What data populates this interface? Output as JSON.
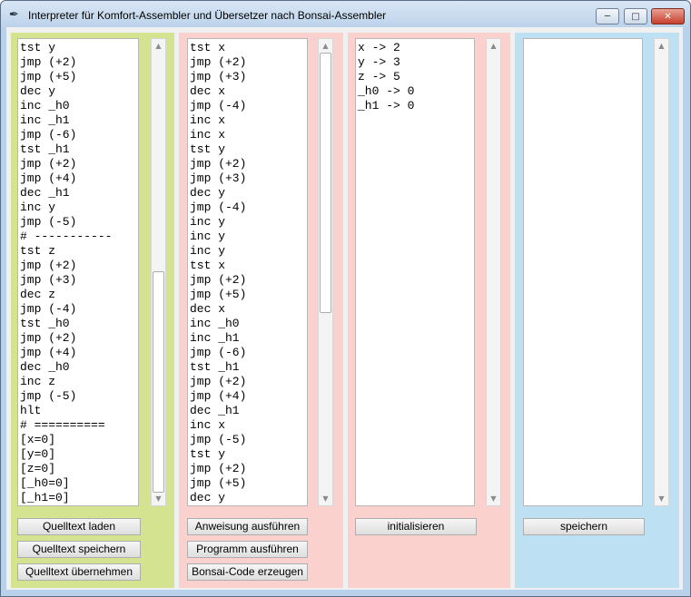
{
  "window": {
    "title": "Interpreter für Komfort-Assembler und Übersetzer nach Bonsai-Assembler",
    "icon": "feather-icon",
    "controls": [
      "minimize",
      "maximize",
      "close"
    ]
  },
  "source_panel": {
    "lines": [
      "tst y",
      "jmp (+2)",
      "jmp (+5)",
      "dec y",
      "inc _h0",
      "inc _h1",
      "jmp (-6)",
      "tst _h1",
      "jmp (+2)",
      "jmp (+4)",
      "dec _h1",
      "inc y",
      "jmp (-5)",
      "# -----------",
      "tst z",
      "jmp (+2)",
      "jmp (+3)",
      "dec z",
      "jmp (-4)",
      "tst _h0",
      "jmp (+2)",
      "jmp (+4)",
      "dec _h0",
      "inc z",
      "jmp (-5)",
      "hlt",
      "# ==========",
      "[x=0]",
      "[y=0]",
      "[z=0]",
      "[_h0=0]",
      "[_h1=0]"
    ],
    "buttons": {
      "load": "Quelltext laden",
      "save": "Quelltext speichern",
      "apply": "Quelltext übernehmen"
    },
    "scroll_position": 0.95
  },
  "program_panel": {
    "lines": [
      "tst x",
      "jmp (+2)",
      "jmp (+3)",
      "dec x",
      "jmp (-4)",
      "inc x",
      "inc x",
      "tst y",
      "jmp (+2)",
      "jmp (+3)",
      "dec y",
      "jmp (-4)",
      "inc y",
      "inc y",
      "inc y",
      "tst x",
      "jmp (+2)",
      "jmp (+5)",
      "dec x",
      "inc _h0",
      "inc _h1",
      "jmp (-6)",
      "tst _h1",
      "jmp (+2)",
      "jmp (+4)",
      "dec _h1",
      "inc x",
      "jmp (-5)",
      "tst y",
      "jmp (+2)",
      "jmp (+5)",
      "dec y"
    ],
    "buttons": {
      "step": "Anweisung ausführen",
      "run": "Programm ausführen",
      "generate": "Bonsai-Code erzeugen"
    },
    "scroll_position": 0.0
  },
  "registers_panel": {
    "lines": [
      "x -> 2",
      "y -> 3",
      "z -> 5",
      "_h0 -> 0",
      "_h1 -> 0"
    ],
    "buttons": {
      "init": "initialisieren"
    }
  },
  "bonsai_panel": {
    "lines": [],
    "buttons": {
      "save": "speichern"
    }
  }
}
